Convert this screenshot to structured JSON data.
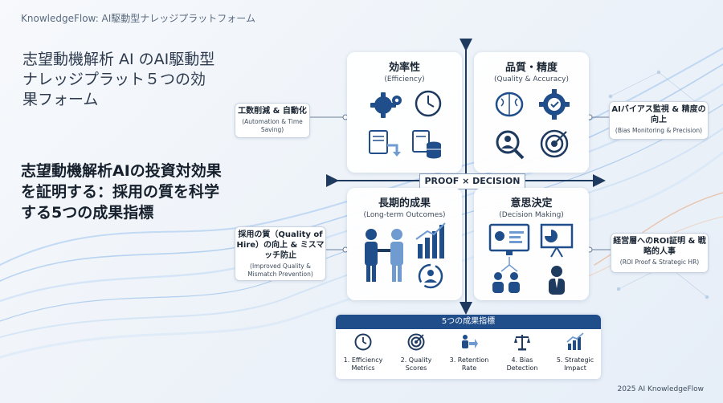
{
  "brand": "KnowledgeFlow: AI駆動型ナレッジプラットフォーム",
  "subtitle": "志望動機解析 AI のAI駆動型ナレッジプラット５つの効果フォーム",
  "headline": "志望動機解析AIの投資対効果を証明する：採用の質を科学する5つの成果指標",
  "axis_label": "PROOF × DECISION",
  "cards": [
    {
      "title": "効率性",
      "sub": "(Efficiency)"
    },
    {
      "title": "品質・精度",
      "sub": "(Quality & Accuracy)"
    },
    {
      "title": "長期的成果",
      "sub": "(Long-term Outcomes)"
    },
    {
      "title": "意思決定",
      "sub": "(Decision Making)"
    }
  ],
  "callouts": [
    {
      "title": "工数削減 & 自動化",
      "sub": "(Automation & Time Saving)"
    },
    {
      "title": "AIバイアス監視 & 精度の向上",
      "sub": "(Bias Monitoring & Precision)"
    },
    {
      "title": "採用の質（Quality of Hire）の向上 & ミスマッチ防止",
      "sub": "(Improved Quality & Mismatch Prevention)"
    },
    {
      "title": "経営層へのROI証明 & 戦略的人事",
      "sub": "(ROI Proof & Strategic HR)"
    }
  ],
  "metrics_panel": {
    "title": "5つの成果指標",
    "items": [
      "1. Efficiency Metrics",
      "2. Quality Scores",
      "3. Retention Rate",
      "4. Bias Detection",
      "5. Strategic Impact"
    ]
  },
  "footer": "2025 AI KnowledgeFlow",
  "colors": {
    "navy": "#1f3a5f",
    "accent": "#1f4e8a",
    "light": "#6f9bd1",
    "orange": "#e07a3a"
  }
}
